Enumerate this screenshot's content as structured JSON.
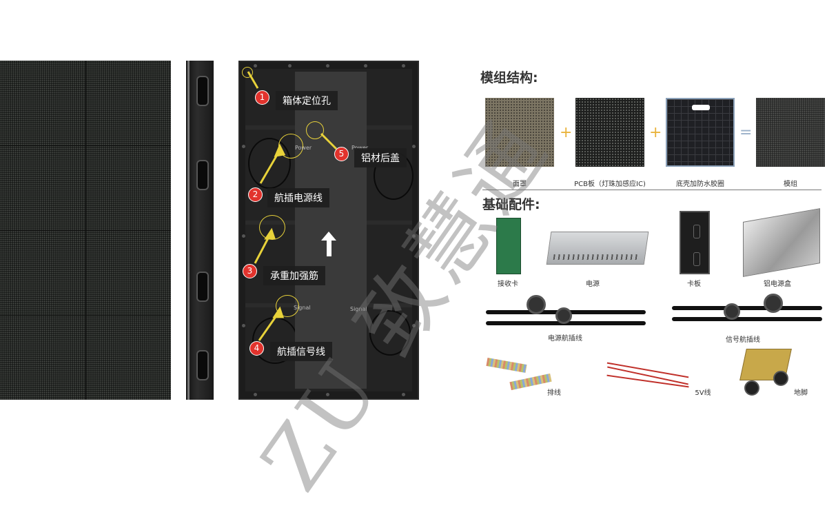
{
  "watermark": {
    "text": "ZU 致慧通"
  },
  "back_panel": {
    "power_label_left": "Power",
    "power_label_right": "Power",
    "signal_label_left": "Signal",
    "signal_label_right": "Signal",
    "callouts": [
      {
        "num": "1",
        "label": "箱体定位孔"
      },
      {
        "num": "2",
        "label": "航插电源线"
      },
      {
        "num": "3",
        "label": "承重加强筋"
      },
      {
        "num": "4",
        "label": "航插信号线"
      },
      {
        "num": "5",
        "label": "铝材后盖"
      }
    ]
  },
  "module_structure": {
    "title": "模组结构:",
    "items": [
      "面罩",
      "PCB板（灯珠加感应IC)",
      "底壳加防水胶圈",
      "模组"
    ],
    "operators": [
      "+",
      "+",
      "="
    ]
  },
  "accessories": {
    "title": "基础配件:",
    "items": [
      "接收卡",
      "电源",
      "卡板",
      "铝电源盒",
      "电源航插线",
      "信号航插线",
      "排线",
      "5V线",
      "地脚"
    ]
  },
  "colors": {
    "badge_red": "#e2332d",
    "highlight_yellow": "#e8d23a",
    "operator_orange": "#e9b33c",
    "operator_blue": "#9ab0c8"
  }
}
